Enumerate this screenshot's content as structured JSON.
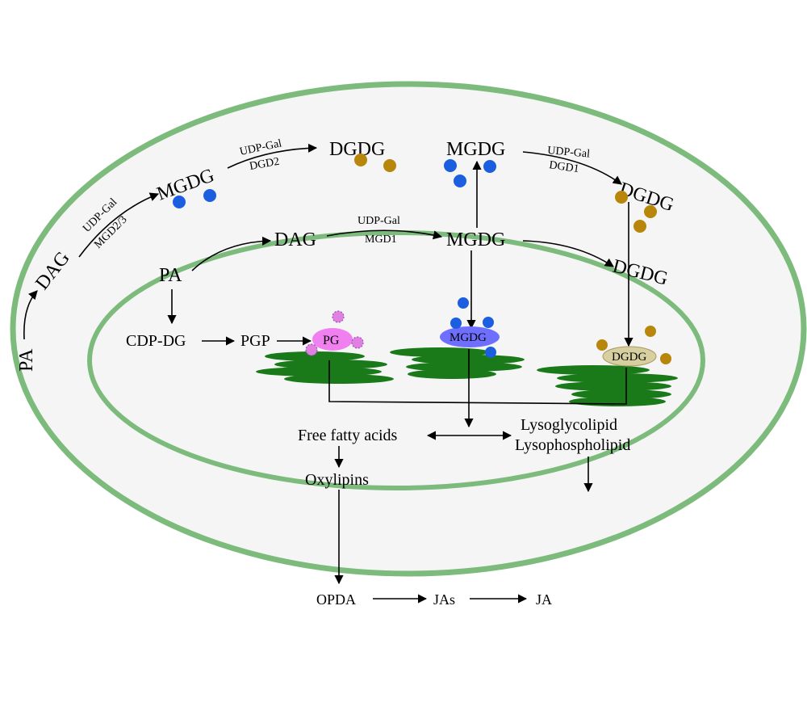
{
  "colors": {
    "membrane": "#7dbb7d",
    "space_fill": "#f5f5f5",
    "thylakoid": "#1a7a1a",
    "mgdg_dot": "#1b5fe0",
    "dgdg_dot": "#b8860b",
    "pg_dot": "#e080e0",
    "pg_head": "#f080f0",
    "mgdg_head": "#6f6fff",
    "dgdg_head": "#d8cfa0"
  },
  "outer": {
    "pa": "PA",
    "dag": "DAG",
    "mgd23_enzyme": "UDP-Gal",
    "mgd23_name": "MGD2/3",
    "mgdg_left": "MGDG",
    "dgd2_enzyme": "UDP-Gal",
    "dgd2_name": "DGD2",
    "dgdg_top": "DGDG",
    "mgdg_top": "MGDG",
    "dgd1_enzyme": "UDP-Gal",
    "dgd1_name": "DGD1",
    "dgdg_right": "DGDG"
  },
  "inner": {
    "pa": "PA",
    "dag": "DAG",
    "mgd1_enzyme": "UDP-Gal",
    "mgd1_name": "MGD1",
    "mgdg": "MGDG",
    "dgdg": "DGDG",
    "cdp_dg": "CDP-DG",
    "pgp": "PGP",
    "pg_head": "PG",
    "mgdg_head": "MGDG",
    "dgdg_head": "DGDG"
  },
  "degradation": {
    "free_fatty_acids": "Free fatty acids",
    "lysoglycolipid": "Lysoglycolipid",
    "lysophospholipid": "Lysophospholipid",
    "oxylipins": "Oxylipins",
    "opda": "OPDA",
    "jas": "JAs",
    "ja": "JA"
  }
}
